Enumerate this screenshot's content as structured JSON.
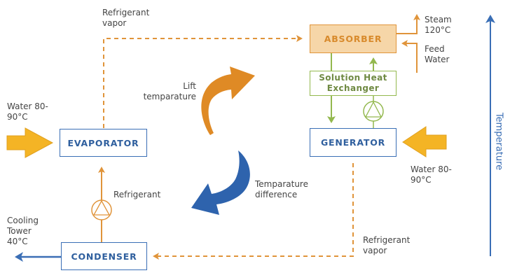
{
  "title": "Absorption heat transformer diagram",
  "colors": {
    "blue": "#3a6eb5",
    "orange": "#e0943a",
    "orange_dark": "#d9862a",
    "yellow": "#f4b425",
    "green": "#93b84e",
    "absorber_fill": "#f6d6a8"
  },
  "components": {
    "absorber": "ABSORBER",
    "solution_heat_exchanger": "Solution Heat Exchanger",
    "generator": "GENERATOR",
    "evaporator": "EVAPORATOR",
    "condenser": "CONDENSER"
  },
  "labels": {
    "refrigerant_vapor_top": "Refrigerant vapor",
    "steam": "Steam 120°C",
    "feed_water": "Feed Water",
    "lift_temperature": "Lift temparature",
    "water_left": "Water 80-90°C",
    "water_right": "Water 80-90°C",
    "refrigerant": "Refrigerant",
    "temperature_difference": "Temparature difference",
    "cooling_tower": "Cooling Tower 40°C",
    "refrigerant_vapor_bottom": "Refrigerant vapor",
    "temperature_axis": "Temperature"
  }
}
